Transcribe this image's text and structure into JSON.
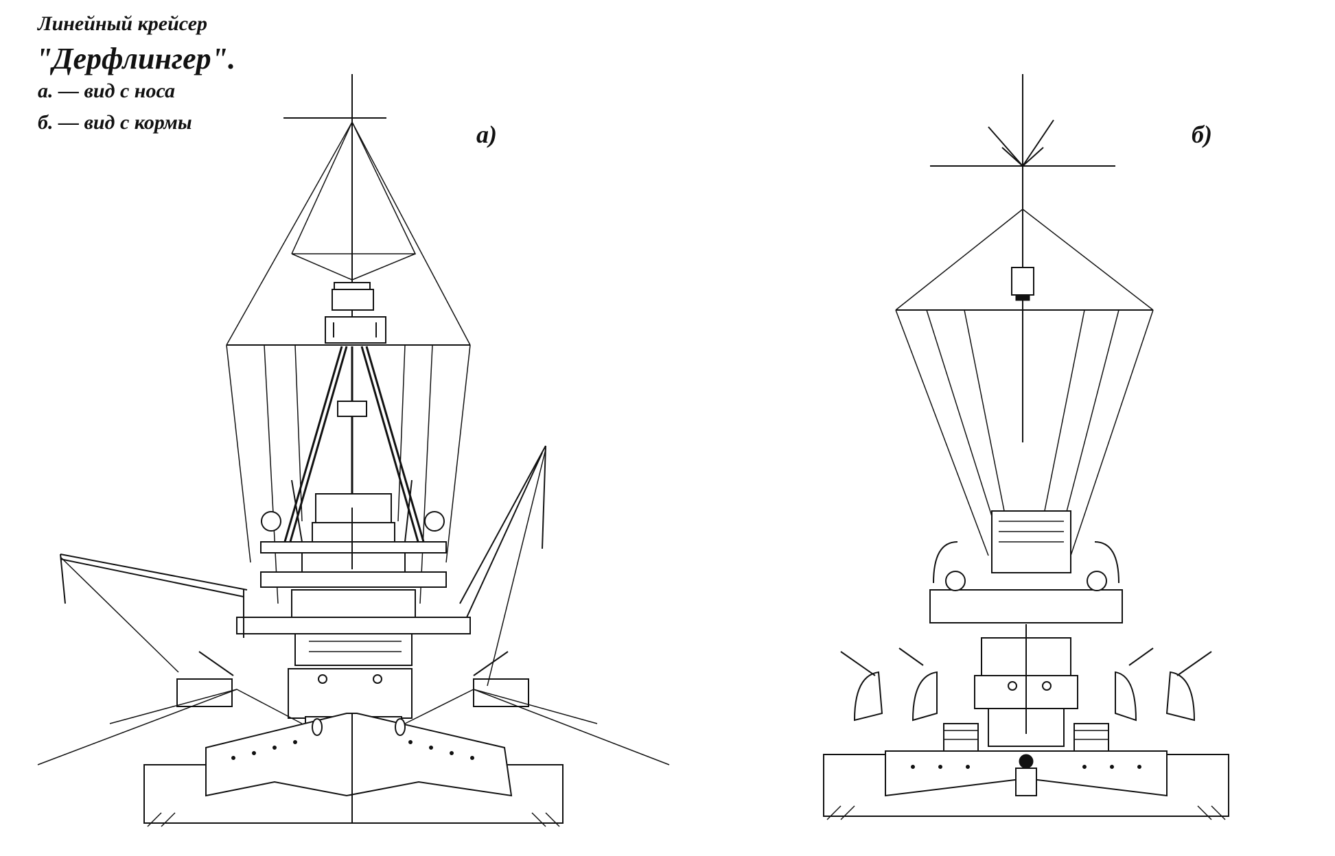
{
  "caption": {
    "title": "Линейный крейсер",
    "ship_name": "\"Дерфлингер\".",
    "legend_a": "а. — вид с носа",
    "legend_b": "б. — вид с кормы"
  },
  "views": {
    "front_label": "а)",
    "rear_label": "б)"
  }
}
